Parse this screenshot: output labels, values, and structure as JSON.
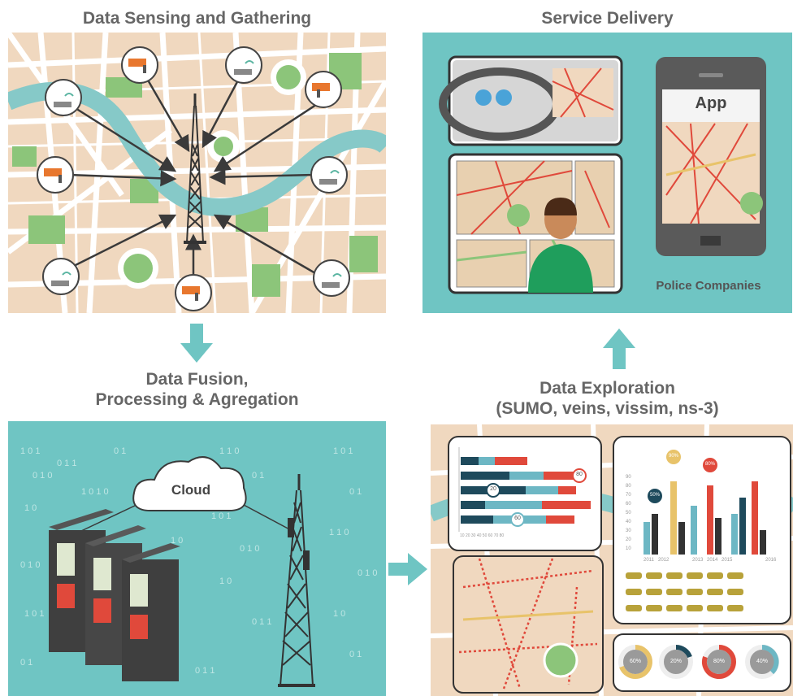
{
  "titles": {
    "sensing": "Data Sensing and Gathering",
    "delivery": "Service Delivery",
    "fusion_line1": "Data Fusion,",
    "fusion_line2": "Processing & Agregation",
    "exploration_line1": "Data Exploration",
    "exploration_line2": "(SUMO, veins, vissim, ns-3)"
  },
  "labels": {
    "app": "App",
    "police_companies": "Police Companies",
    "cloud": "Cloud"
  },
  "dashboard": {
    "bar_badges": [
      "80",
      "20",
      "60"
    ],
    "bar_axis": "10 20 30 40 50 60 70 80",
    "col_badges": [
      "50%",
      "90%",
      "80%"
    ],
    "col_years": [
      "2011",
      "2012",
      "2013",
      "2014",
      "2015",
      "2016"
    ],
    "col_ticks": [
      "90",
      "80",
      "70",
      "60",
      "50",
      "40",
      "30",
      "20",
      "10"
    ],
    "donuts": [
      "60%",
      "20%",
      "80%",
      "40%"
    ]
  },
  "colors": {
    "teal": "#6fc5c3",
    "map_bg": "#f0d8bf",
    "river": "#86c9c8",
    "park": "#8cc57a",
    "heading": "#666666",
    "dark": "#3a3a3a",
    "red": "#e0493b",
    "navy": "#1e4a5c",
    "yellow": "#e8c36a"
  }
}
